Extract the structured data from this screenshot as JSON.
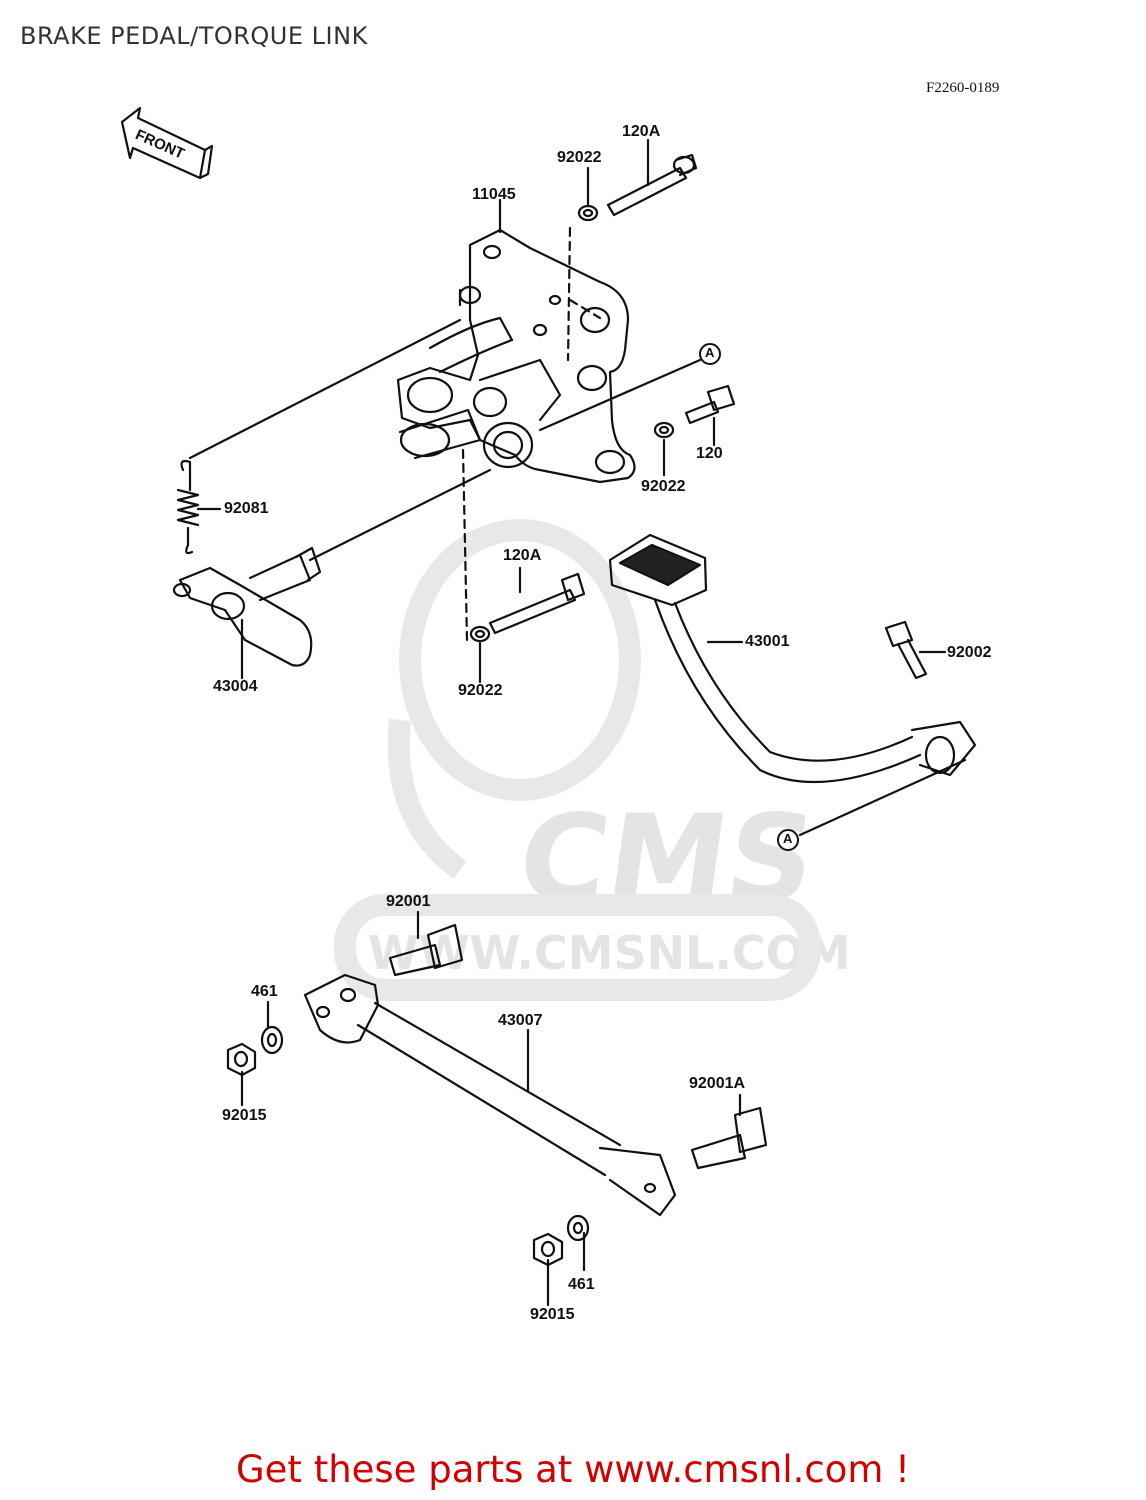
{
  "header": {
    "title": "BRAKE PEDAL/TORQUE LINK"
  },
  "figure": {
    "code": "F2260-0189",
    "front_arrow_label": "FRONT"
  },
  "watermark": {
    "brand": "CMS",
    "url": "WWW.CMSNL.COM"
  },
  "ref_markers": [
    "A",
    "A"
  ],
  "callouts": [
    {
      "id": "11045",
      "label": "11045"
    },
    {
      "id": "92022-top",
      "label": "92022"
    },
    {
      "id": "120A-top",
      "label": "120A"
    },
    {
      "id": "120",
      "label": "120"
    },
    {
      "id": "92022-right",
      "label": "92022"
    },
    {
      "id": "92081",
      "label": "92081"
    },
    {
      "id": "43004",
      "label": "43004"
    },
    {
      "id": "120A-mid",
      "label": "120A"
    },
    {
      "id": "92022-mid",
      "label": "92022"
    },
    {
      "id": "43001",
      "label": "43001"
    },
    {
      "id": "92002",
      "label": "92002"
    },
    {
      "id": "92001",
      "label": "92001"
    },
    {
      "id": "461-left",
      "label": "461"
    },
    {
      "id": "92015-left",
      "label": "92015"
    },
    {
      "id": "43007",
      "label": "43007"
    },
    {
      "id": "92001A",
      "label": "92001A"
    },
    {
      "id": "461-bottom",
      "label": "461"
    },
    {
      "id": "92015-bottom",
      "label": "92015"
    }
  ],
  "footer": {
    "cta": "Get these parts at www.cmsnl.com !"
  },
  "colors": {
    "line": "#111111",
    "watermark": "#e4e4e4",
    "cta": "#d40000"
  }
}
